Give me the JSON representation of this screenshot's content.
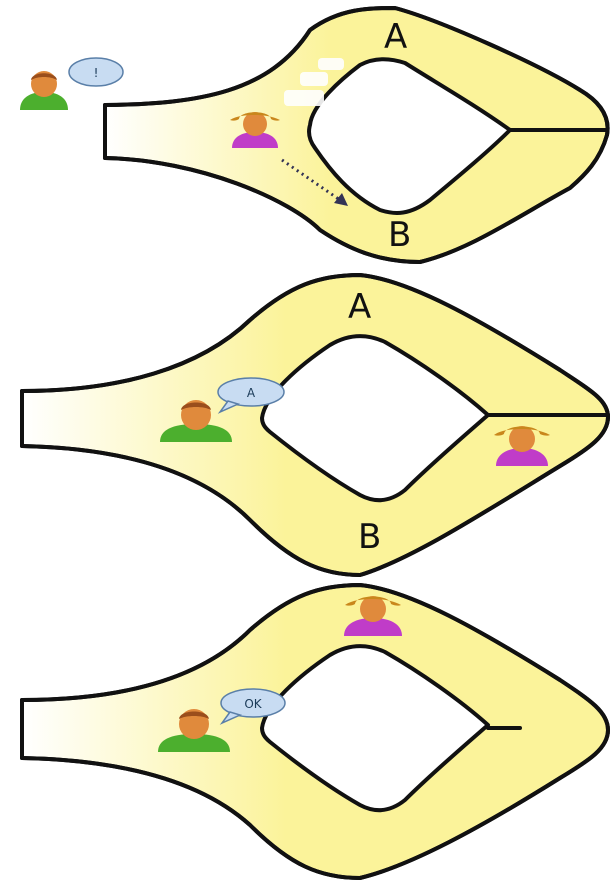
{
  "colors": {
    "passage_fill": "#fbf39a",
    "passage_fade": "#ffffff",
    "outline": "#111111",
    "person_a_shirt": "#4caf2e",
    "person_b_shirt": "#c03cc8",
    "skin": "#e08a3c",
    "hair_a": "#9a4e1c",
    "hair_b": "#c9871c",
    "bubble": "#c8dcf2",
    "bubble_border": "#5a7fa8",
    "arrow": "#333355"
  },
  "panels": [
    {
      "label_top": "A",
      "label_bottom": "B",
      "speech": "!",
      "person_a": "man-icon",
      "person_b": "woman-icon",
      "motion": "dotted-arrow-icon"
    },
    {
      "label_top": "A",
      "label_bottom": "B",
      "speech": "A",
      "person_a": "man-icon",
      "person_b": "woman-icon"
    },
    {
      "label_top": "",
      "label_bottom": "",
      "speech": "OK",
      "person_a": "man-icon",
      "person_b": "woman-icon"
    }
  ]
}
